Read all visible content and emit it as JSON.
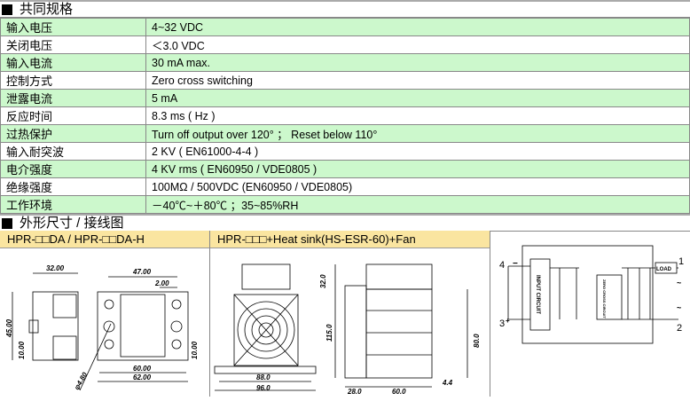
{
  "sections": {
    "specs": "共同规格",
    "dims": "外形尺寸 / 接线图"
  },
  "specs": [
    {
      "k": "输入电压",
      "v": "4~32 VDC"
    },
    {
      "k": "关闭电压",
      "v": "＜3.0 VDC"
    },
    {
      "k": "输入电流",
      "v": "30 mA max."
    },
    {
      "k": "控制方式",
      "v": "Zero cross switching"
    },
    {
      "k": "泄露电流",
      "v": "5 mA"
    },
    {
      "k": "反应时间",
      "v": "8.3 ms ( Hz )"
    },
    {
      "k": "过热保护",
      "v": "Turn off output over 120° ； Reset below 110°"
    },
    {
      "k": "输入耐突波",
      "v": "2 KV ( EN61000-4-4 )"
    },
    {
      "k": "电介强度",
      "v": "4 KV rms ( EN60950 / VDE0805 )"
    },
    {
      "k": "绝缘强度",
      "v": "100MΩ / 500VDC (EN60950 / VDE0805)"
    },
    {
      "k": "工作环境",
      "v": "－40℃~＋80℃ ；35~85%RH"
    }
  ],
  "panels": {
    "p1": {
      "title": "HPR-□□DA / HPR-□□DA-H",
      "d": [
        "32.00",
        "47.00",
        "2.00",
        "45.00",
        "10.00",
        "10.00",
        "60.00",
        "62.00",
        "φ4.80"
      ]
    },
    "p2": {
      "title": "HPR-□□□+Heat sink(HS-ESR-60)+Fan",
      "d": [
        "32.0",
        "115.0",
        "88.0",
        "96.0",
        "80.0",
        "4.4",
        "28.0",
        "60.0"
      ]
    },
    "p3": {
      "labels": [
        "4",
        "3",
        "1",
        "2",
        "LOAD",
        "INPUT CIRCUIT",
        "ZERO CROSS CIRCUIT",
        "~",
        "~",
        "−",
        "+"
      ]
    }
  }
}
